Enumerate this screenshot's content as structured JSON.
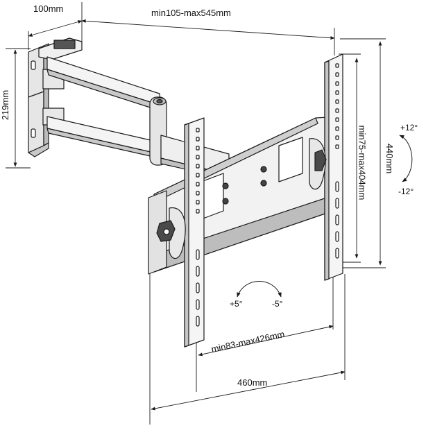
{
  "dimensions": {
    "wall_plate_width": "100mm",
    "arm_extension": "min105-max545mm",
    "wall_plate_height": "219mm",
    "vesa_vertical": "min75-max404mm",
    "overall_height": "440mm",
    "vesa_horizontal": "min83-max426mm",
    "overall_width": "460mm"
  },
  "angles": {
    "tilt_up": "+12°",
    "tilt_down": "-12°",
    "swivel_left": "+5°",
    "swivel_right": "-5°"
  },
  "colors": {
    "line": "#1a1a1a",
    "fill_light": "#f2f2f2",
    "fill_mid": "#d9d9d9",
    "fill_dark": "#8a8a8a"
  }
}
